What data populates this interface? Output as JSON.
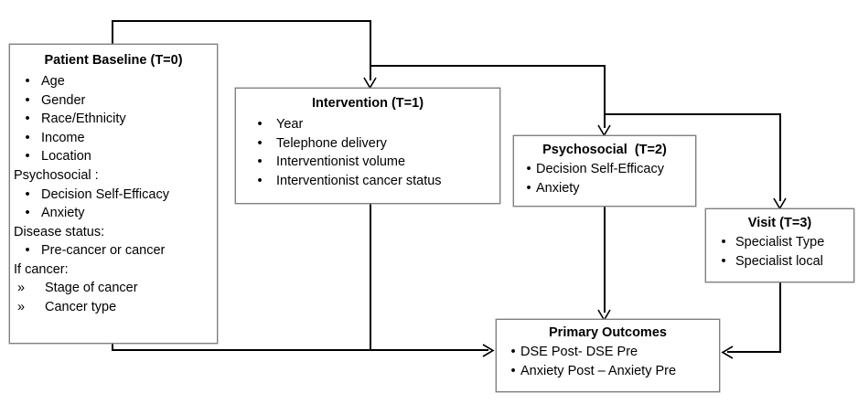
{
  "diagram": {
    "title": "Conceptual model flow diagram",
    "nodes": {
      "baseline": {
        "title": "Patient Baseline (T=0)",
        "items": [
          {
            "marker": "•",
            "text": "Age",
            "indent": 1
          },
          {
            "marker": "•",
            "text": "Gender",
            "indent": 1
          },
          {
            "marker": "•",
            "text": "Race/Ethnicity",
            "indent": 1
          },
          {
            "marker": "•",
            "text": "Income",
            "indent": 1
          },
          {
            "marker": "•",
            "text": "Location",
            "indent": 1
          },
          {
            "marker": "",
            "text": "Psychosocial :",
            "indent": 0
          },
          {
            "marker": "•",
            "text": "Decision Self-Efficacy",
            "indent": 1
          },
          {
            "marker": "•",
            "text": "Anxiety",
            "indent": 1
          },
          {
            "marker": "",
            "text": "Disease status:",
            "indent": 0
          },
          {
            "marker": "•",
            "text": "Pre-cancer or cancer",
            "indent": 1
          },
          {
            "marker": "",
            "text": "If cancer:",
            "indent": 0
          },
          {
            "marker": "»",
            "text": "Stage of cancer",
            "indent": 2
          },
          {
            "marker": "»",
            "text": "Cancer type",
            "indent": 2
          }
        ]
      },
      "intervention": {
        "title": "Intervention (T=1)",
        "items": [
          {
            "marker": "•",
            "text": "Year"
          },
          {
            "marker": "•",
            "text": "Telephone delivery"
          },
          {
            "marker": "•",
            "text": "Interventionist volume"
          },
          {
            "marker": "•",
            "text": "Interventionist cancer status"
          }
        ]
      },
      "psychosocial": {
        "title": "Psychosocial  (T=2)",
        "items": [
          {
            "marker": "•",
            "text": "Decision Self-Efficacy"
          },
          {
            "marker": "•",
            "text": "Anxiety"
          }
        ]
      },
      "visit": {
        "title": "Visit (T=3)",
        "items": [
          {
            "marker": "•",
            "text": "Specialist Type"
          },
          {
            "marker": "•",
            "text": "Specialist local"
          }
        ]
      },
      "outcomes": {
        "title": "Primary Outcomes",
        "items": [
          {
            "marker": "•",
            "text": "DSE Post- DSE Pre"
          },
          {
            "marker": "•",
            "text": "Anxiety Post – Anxiety Pre"
          }
        ]
      }
    },
    "edges": [
      {
        "from": "baseline",
        "to": "intervention",
        "name": "edge-baseline-to-intervention"
      },
      {
        "from": "baseline",
        "to": "psychosocial",
        "name": "edge-baseline-to-psychosocial"
      },
      {
        "from": "baseline",
        "to": "visit",
        "name": "edge-baseline-to-visit"
      },
      {
        "from": "baseline",
        "to": "outcomes",
        "name": "edge-baseline-to-outcomes"
      },
      {
        "from": "intervention",
        "to": "outcomes",
        "name": "edge-intervention-to-outcomes"
      },
      {
        "from": "psychosocial",
        "to": "outcomes",
        "name": "edge-psychosocial-to-outcomes"
      },
      {
        "from": "visit",
        "to": "outcomes",
        "name": "edge-visit-to-outcomes"
      }
    ],
    "colors": {
      "line": "#000000",
      "box_border": "#808080",
      "text": "#000000",
      "background": "#ffffff"
    }
  }
}
